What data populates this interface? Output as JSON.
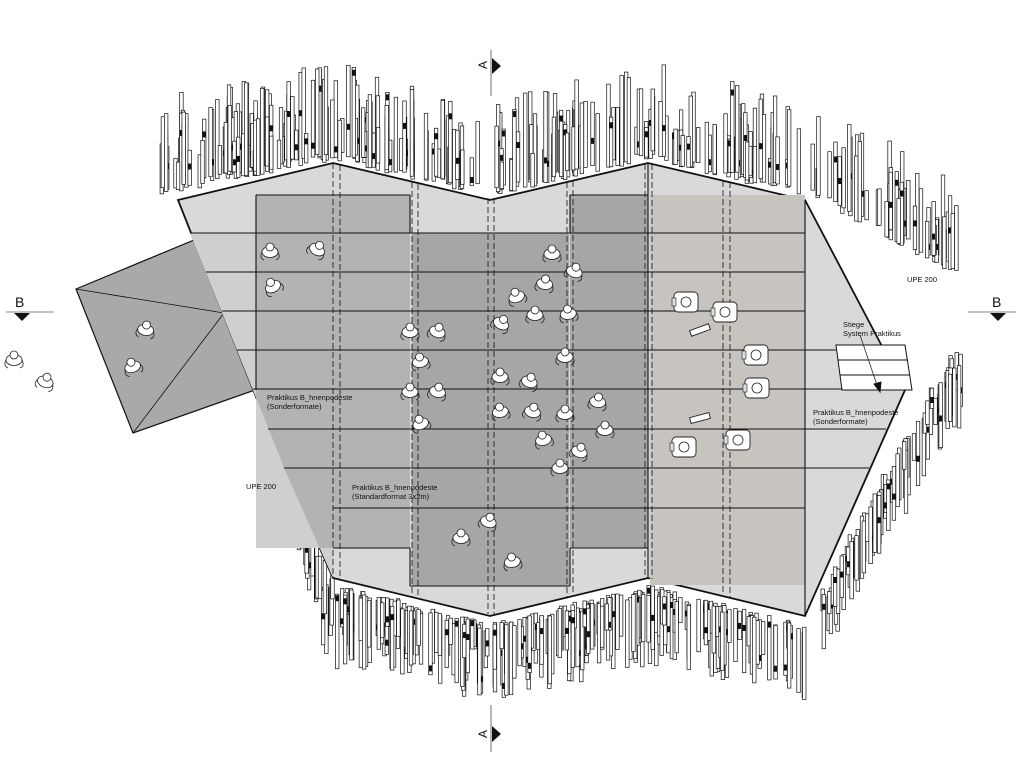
{
  "section_marks": {
    "a_top": "A",
    "a_bottom": "A",
    "b_left": "B",
    "b_right": "B"
  },
  "labels": {
    "stage_left_line1": "Praktikus B_hnenpodeste",
    "stage_left_line2": "(Sonderformate)",
    "stage_center_line1": "Praktikus B_hnenpodeste",
    "stage_center_line2": "(Standardformat 3x2m)",
    "stage_right_line1": "Praktikus B_hnenpodeste",
    "stage_right_line2": "(Sonderformate)",
    "stair_line1": "Stiege",
    "stair_line2": "System Praktikus",
    "beam_right": "UPE 200",
    "beam_left": "UPE 200"
  },
  "colors": {
    "line": "#111111",
    "fill_light": "#d9d9d9",
    "fill_mid": "#b3b3b3",
    "fill_dark": "#a6a6a6",
    "fill_right": "#c7c4bf",
    "canopy": "#a9a9a9"
  }
}
